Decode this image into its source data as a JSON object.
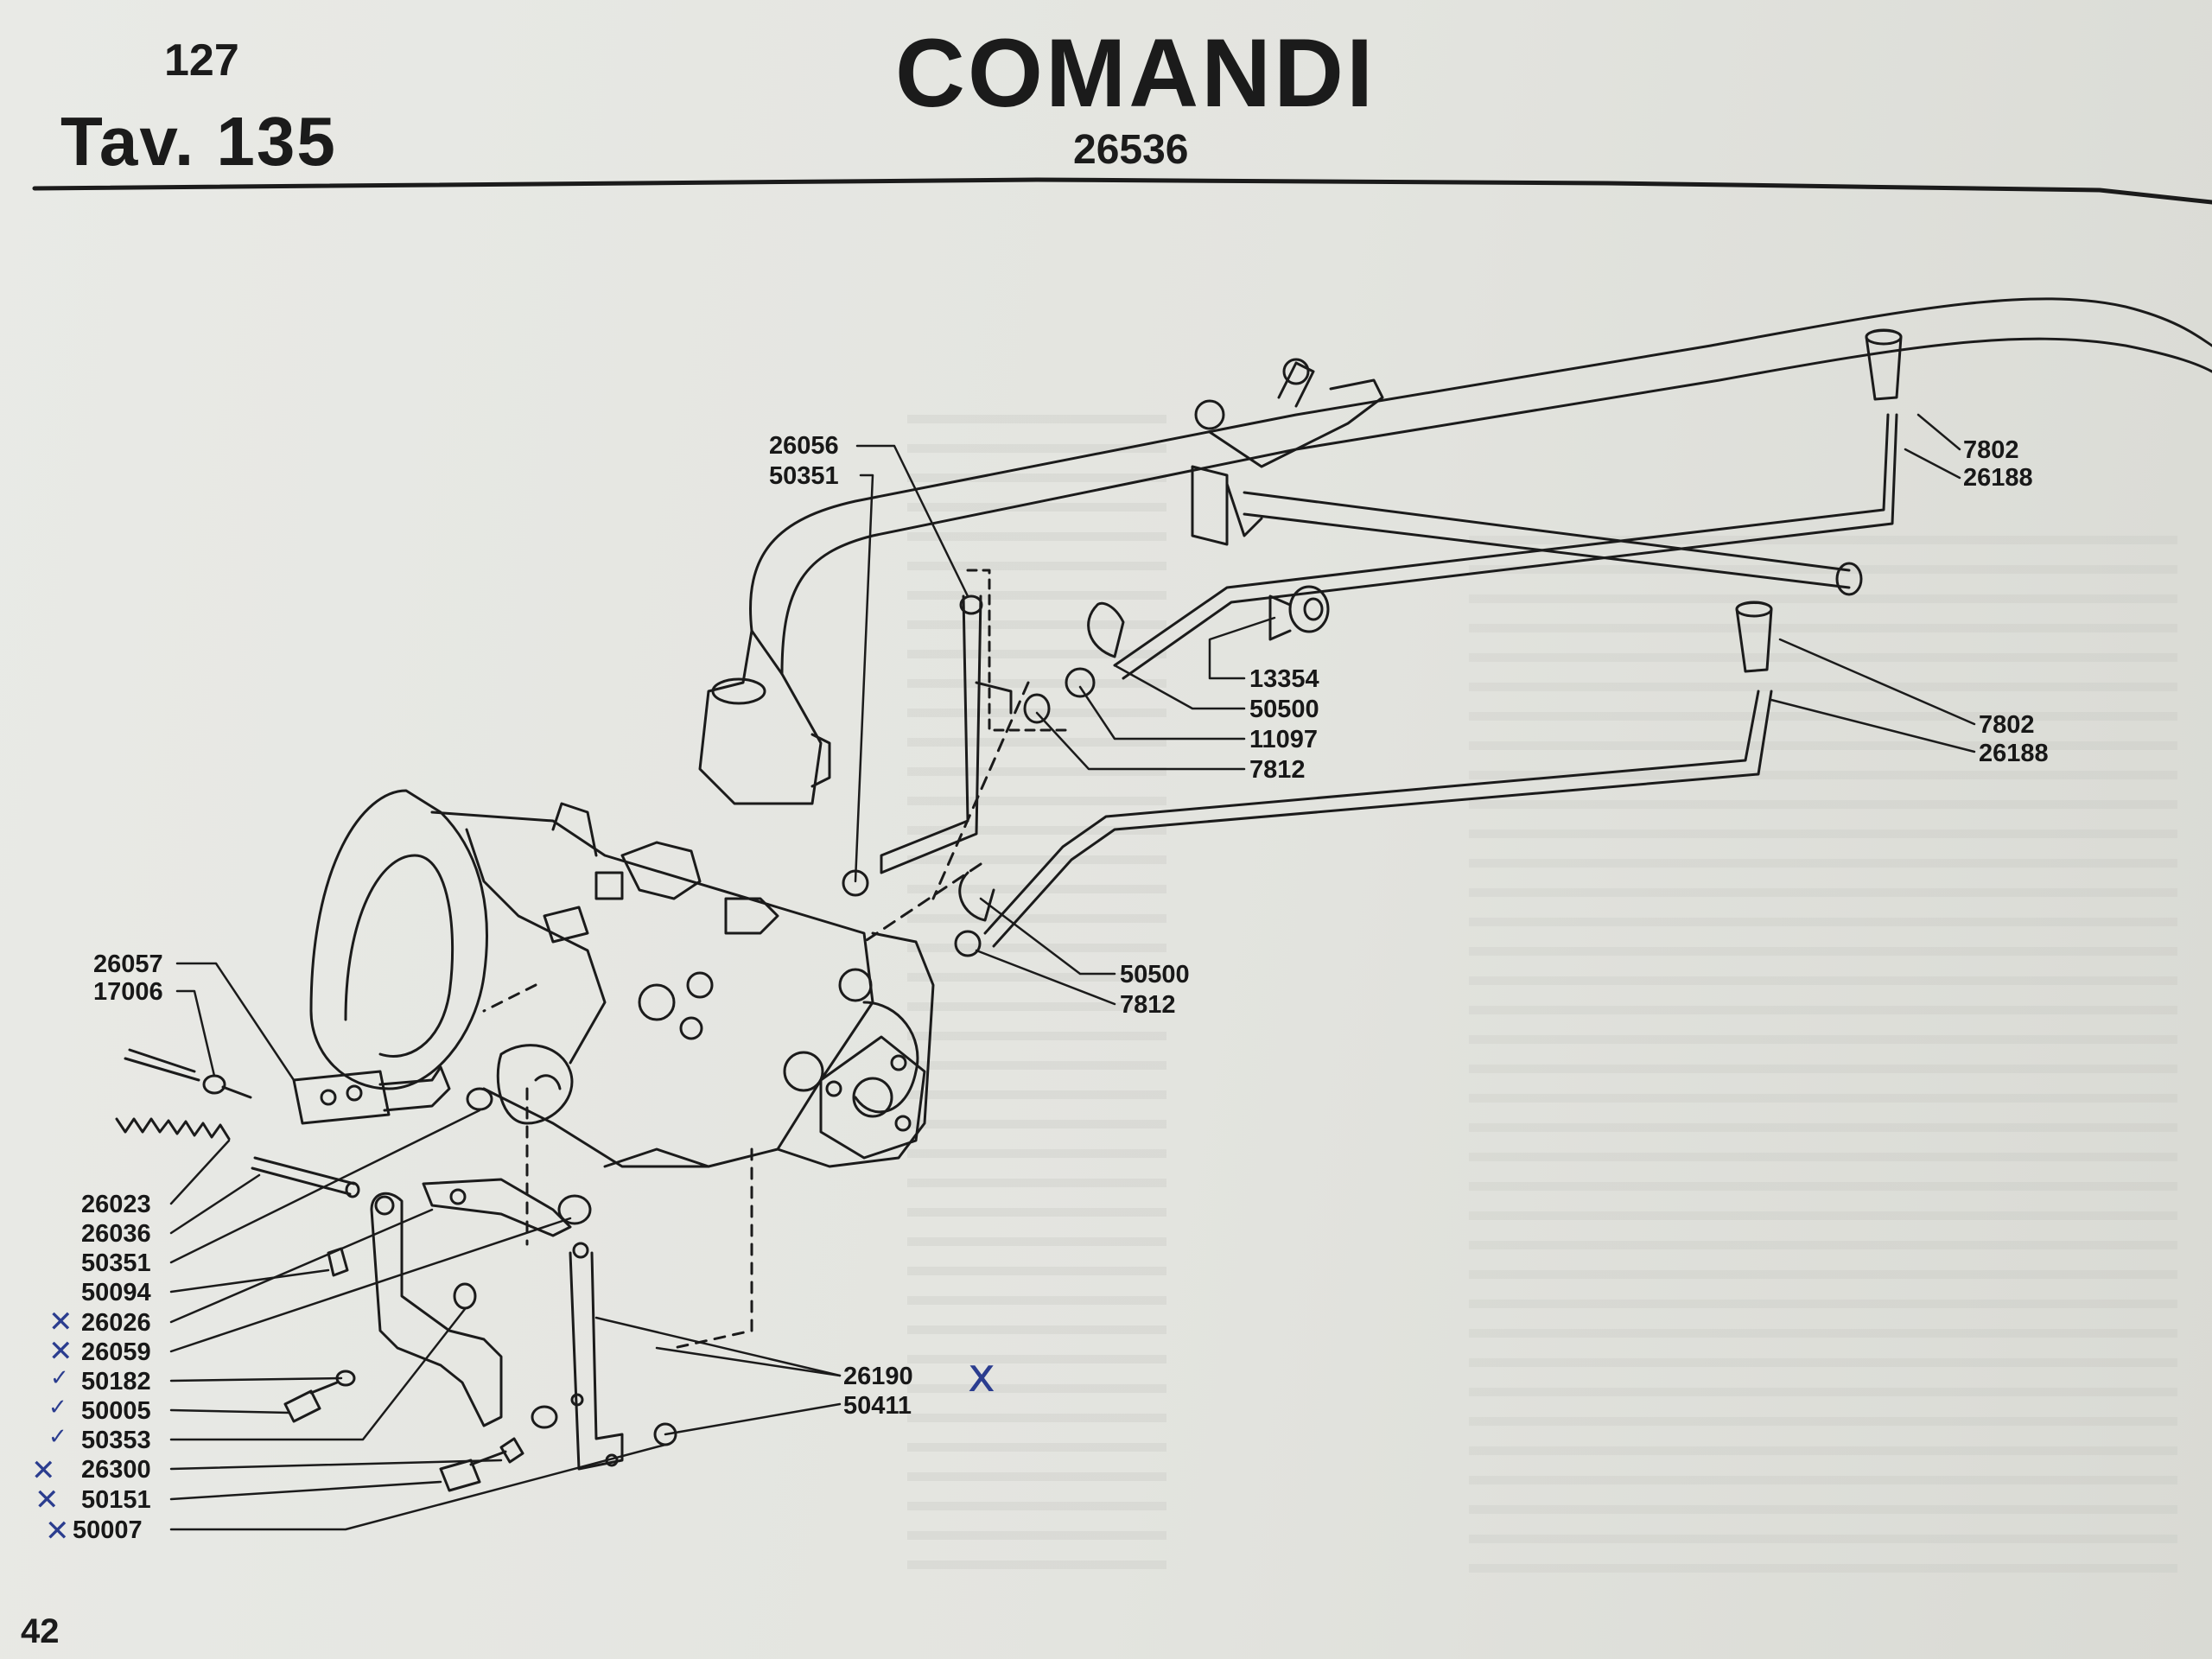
{
  "header": {
    "table_number": "127",
    "table_label": "Tav. 135",
    "title": "COMANDI",
    "code": "26536"
  },
  "footer": {
    "page_number": "42"
  },
  "labels": {
    "top_left": [
      "26056",
      "50351"
    ],
    "right_upper": [
      "7802",
      "26188"
    ],
    "right_middle": [
      "7802",
      "26188"
    ],
    "center": [
      "13354",
      "50500",
      "11097",
      "7812"
    ],
    "center_lower": [
      "50500",
      "7812"
    ],
    "left_upper": [
      "26057",
      "17006"
    ],
    "left_column": [
      "26023",
      "26036",
      "50351",
      "50094",
      "26026",
      "26059",
      "50182",
      "50005",
      "50353",
      "26300",
      "50151",
      "50007"
    ],
    "bottom_center": [
      "26190",
      "50411"
    ]
  },
  "annotations": {
    "handwritten_mark": "x"
  },
  "colors": {
    "ink": "#1b1b1b",
    "paper": "#e6e7e2",
    "pen": "#2b3d8f"
  }
}
